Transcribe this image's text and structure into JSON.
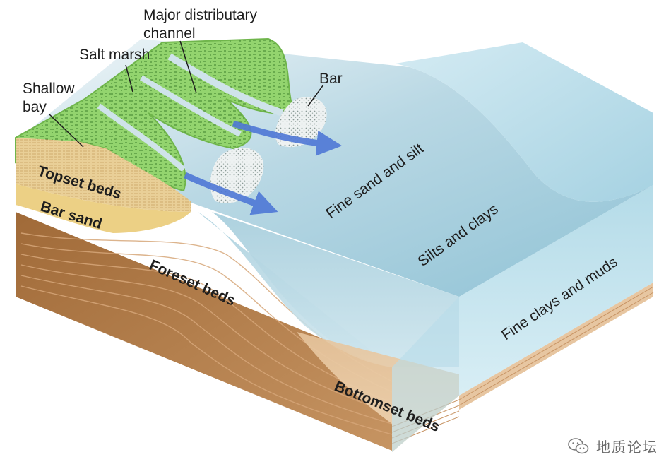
{
  "diagram": {
    "labels": {
      "major_distributary_channel_line1": "Major distributary",
      "major_distributary_channel_line2": "channel",
      "salt_marsh": "Salt marsh",
      "shallow_bay_line1": "Shallow",
      "shallow_bay_line2": "bay",
      "bar": "Bar",
      "topset_beds": "Topset beds",
      "bar_sand": "Bar sand",
      "fine_sand_and_silt": "Fine sand and silt",
      "silts_and_clays": "Silts and clays",
      "foreset_beds": "Foreset beds",
      "fine_clays_and_muds": "Fine clays and muds",
      "bottomset_beds": "Bottomset beds"
    }
  },
  "watermark": {
    "text": "地质论坛",
    "icon": "wechat-icon"
  },
  "colors": {
    "water_face": "#a9d3e2",
    "water_surface": "#c6e3ee",
    "marsh_green": "#8ed269",
    "sediment_brown": "#b9834e",
    "sand_yellow": "#e8c98a",
    "flow_arrow": "#4f78d6"
  }
}
